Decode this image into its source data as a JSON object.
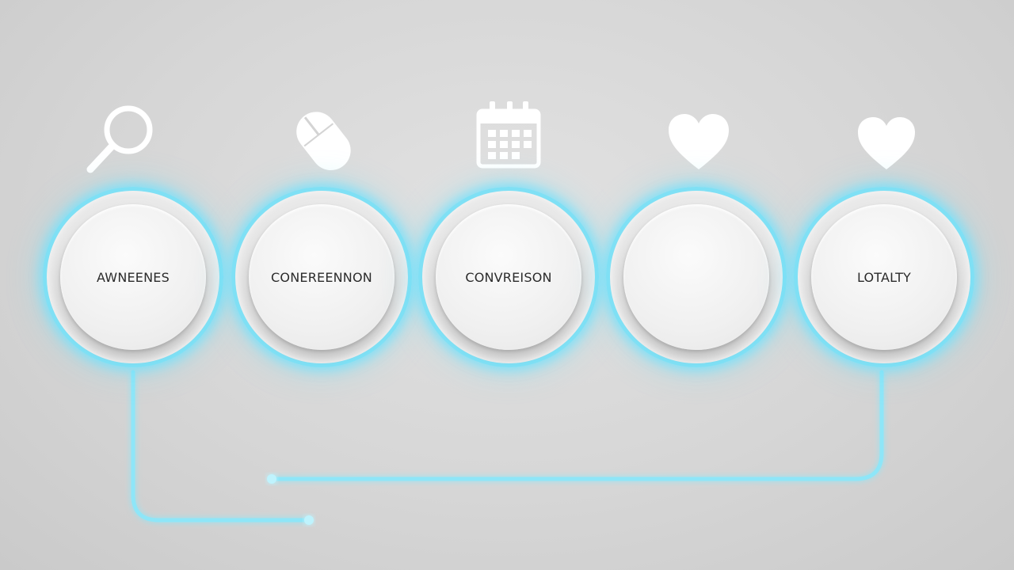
{
  "accent_color": "#7fe0f5",
  "stages": [
    {
      "label": "AWNEENES",
      "icon": "search-icon"
    },
    {
      "label": "CONEREENNON",
      "icon": "mouse-icon"
    },
    {
      "label": "CONVREISON",
      "icon": "calendar-icon"
    },
    {
      "label": "",
      "icon": "heart-icon"
    },
    {
      "label": "LOTALTY",
      "icon": "heart-icon"
    }
  ]
}
